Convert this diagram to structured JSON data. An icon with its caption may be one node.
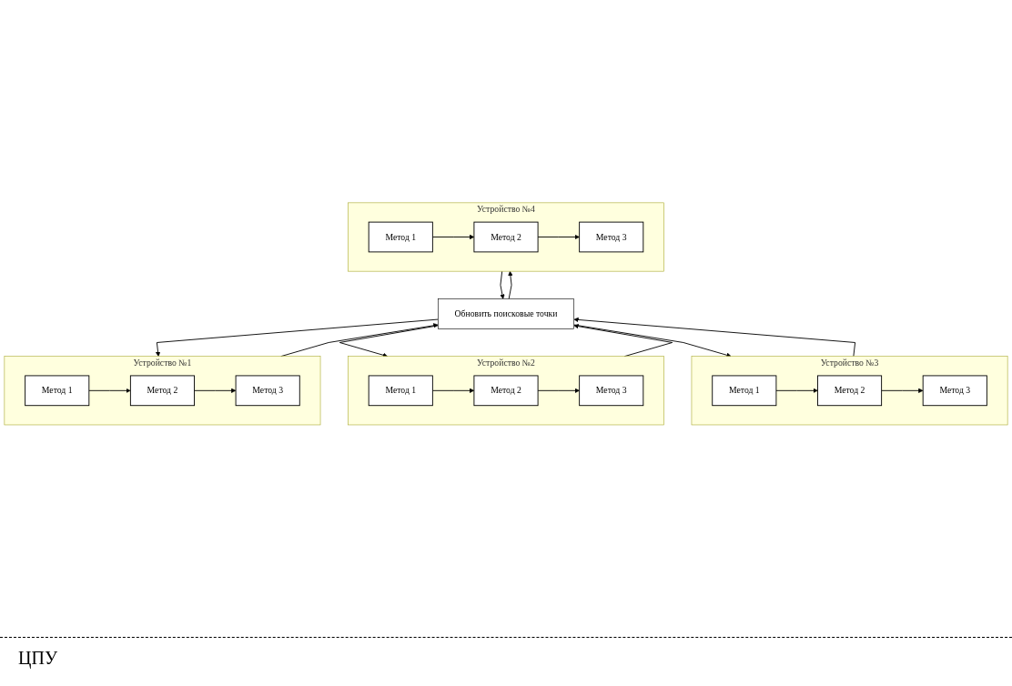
{
  "diagram": {
    "nodes": [
      {
        "text": [
          "Устройство №1"
        ]
      },
      {
        "text": [
          "Метод 1"
        ],
        "in": 0
      },
      {
        "text": [
          "Метод 2"
        ],
        "in": 0
      },
      {
        "text": [
          "Метод 3"
        ],
        "in": 0
      },
      {
        "text": [
          "Устройство №2"
        ]
      },
      {
        "text": [
          "Метод 1"
        ],
        "in": 4
      },
      {
        "text": [
          "Метод 2"
        ],
        "in": 4
      },
      {
        "text": [
          "Метод 3"
        ],
        "in": 4
      },
      {
        "text": [
          "Устройство №3"
        ]
      },
      {
        "text": [
          "Метод 1"
        ],
        "in": 8
      },
      {
        "text": [
          "Метод 2"
        ],
        "in": 8
      },
      {
        "text": [
          "Метод 3"
        ],
        "in": 8
      },
      {
        "text": [
          "Устройство №4"
        ]
      },
      {
        "text": [
          "Метод 1"
        ],
        "in": 12
      },
      {
        "text": [
          "Метод 2"
        ],
        "in": 12
      },
      {
        "text": [
          "Метод 3"
        ],
        "in": 12
      },
      {
        "text": [
          "Обновить поисковые точки"
        ]
      }
    ],
    "edges": [
      {
        "from": 1,
        "to": 2,
        "arrow": "to"
      },
      {
        "from": 2,
        "to": 3,
        "arrow": "to"
      },
      {
        "from": 5,
        "to": 6,
        "arrow": "to"
      },
      {
        "from": 6,
        "to": 7,
        "arrow": "to"
      },
      {
        "from": 9,
        "to": 10,
        "arrow": "to"
      },
      {
        "from": 10,
        "to": 11,
        "arrow": "to"
      },
      {
        "from": 13,
        "to": 14,
        "arrow": "to"
      },
      {
        "from": 14,
        "to": 15,
        "arrow": "to"
      },
      {
        "from": 0,
        "to": 16,
        "arrow": "to"
      },
      {
        "from": 4,
        "to": 16,
        "arrow": "to"
      },
      {
        "from": 8,
        "to": 16,
        "arrow": "to"
      },
      {
        "from": 12,
        "to": 16,
        "arrow": "to"
      },
      {
        "from": 16,
        "to": 0,
        "arrow": "to"
      },
      {
        "from": 16,
        "to": 4,
        "arrow": "to"
      },
      {
        "from": 16,
        "to": 8,
        "arrow": "to"
      },
      {
        "from": 16,
        "to": 12,
        "arrow": "to"
      }
    ],
    "labels": [
      "ЦПУ"
    ]
  }
}
